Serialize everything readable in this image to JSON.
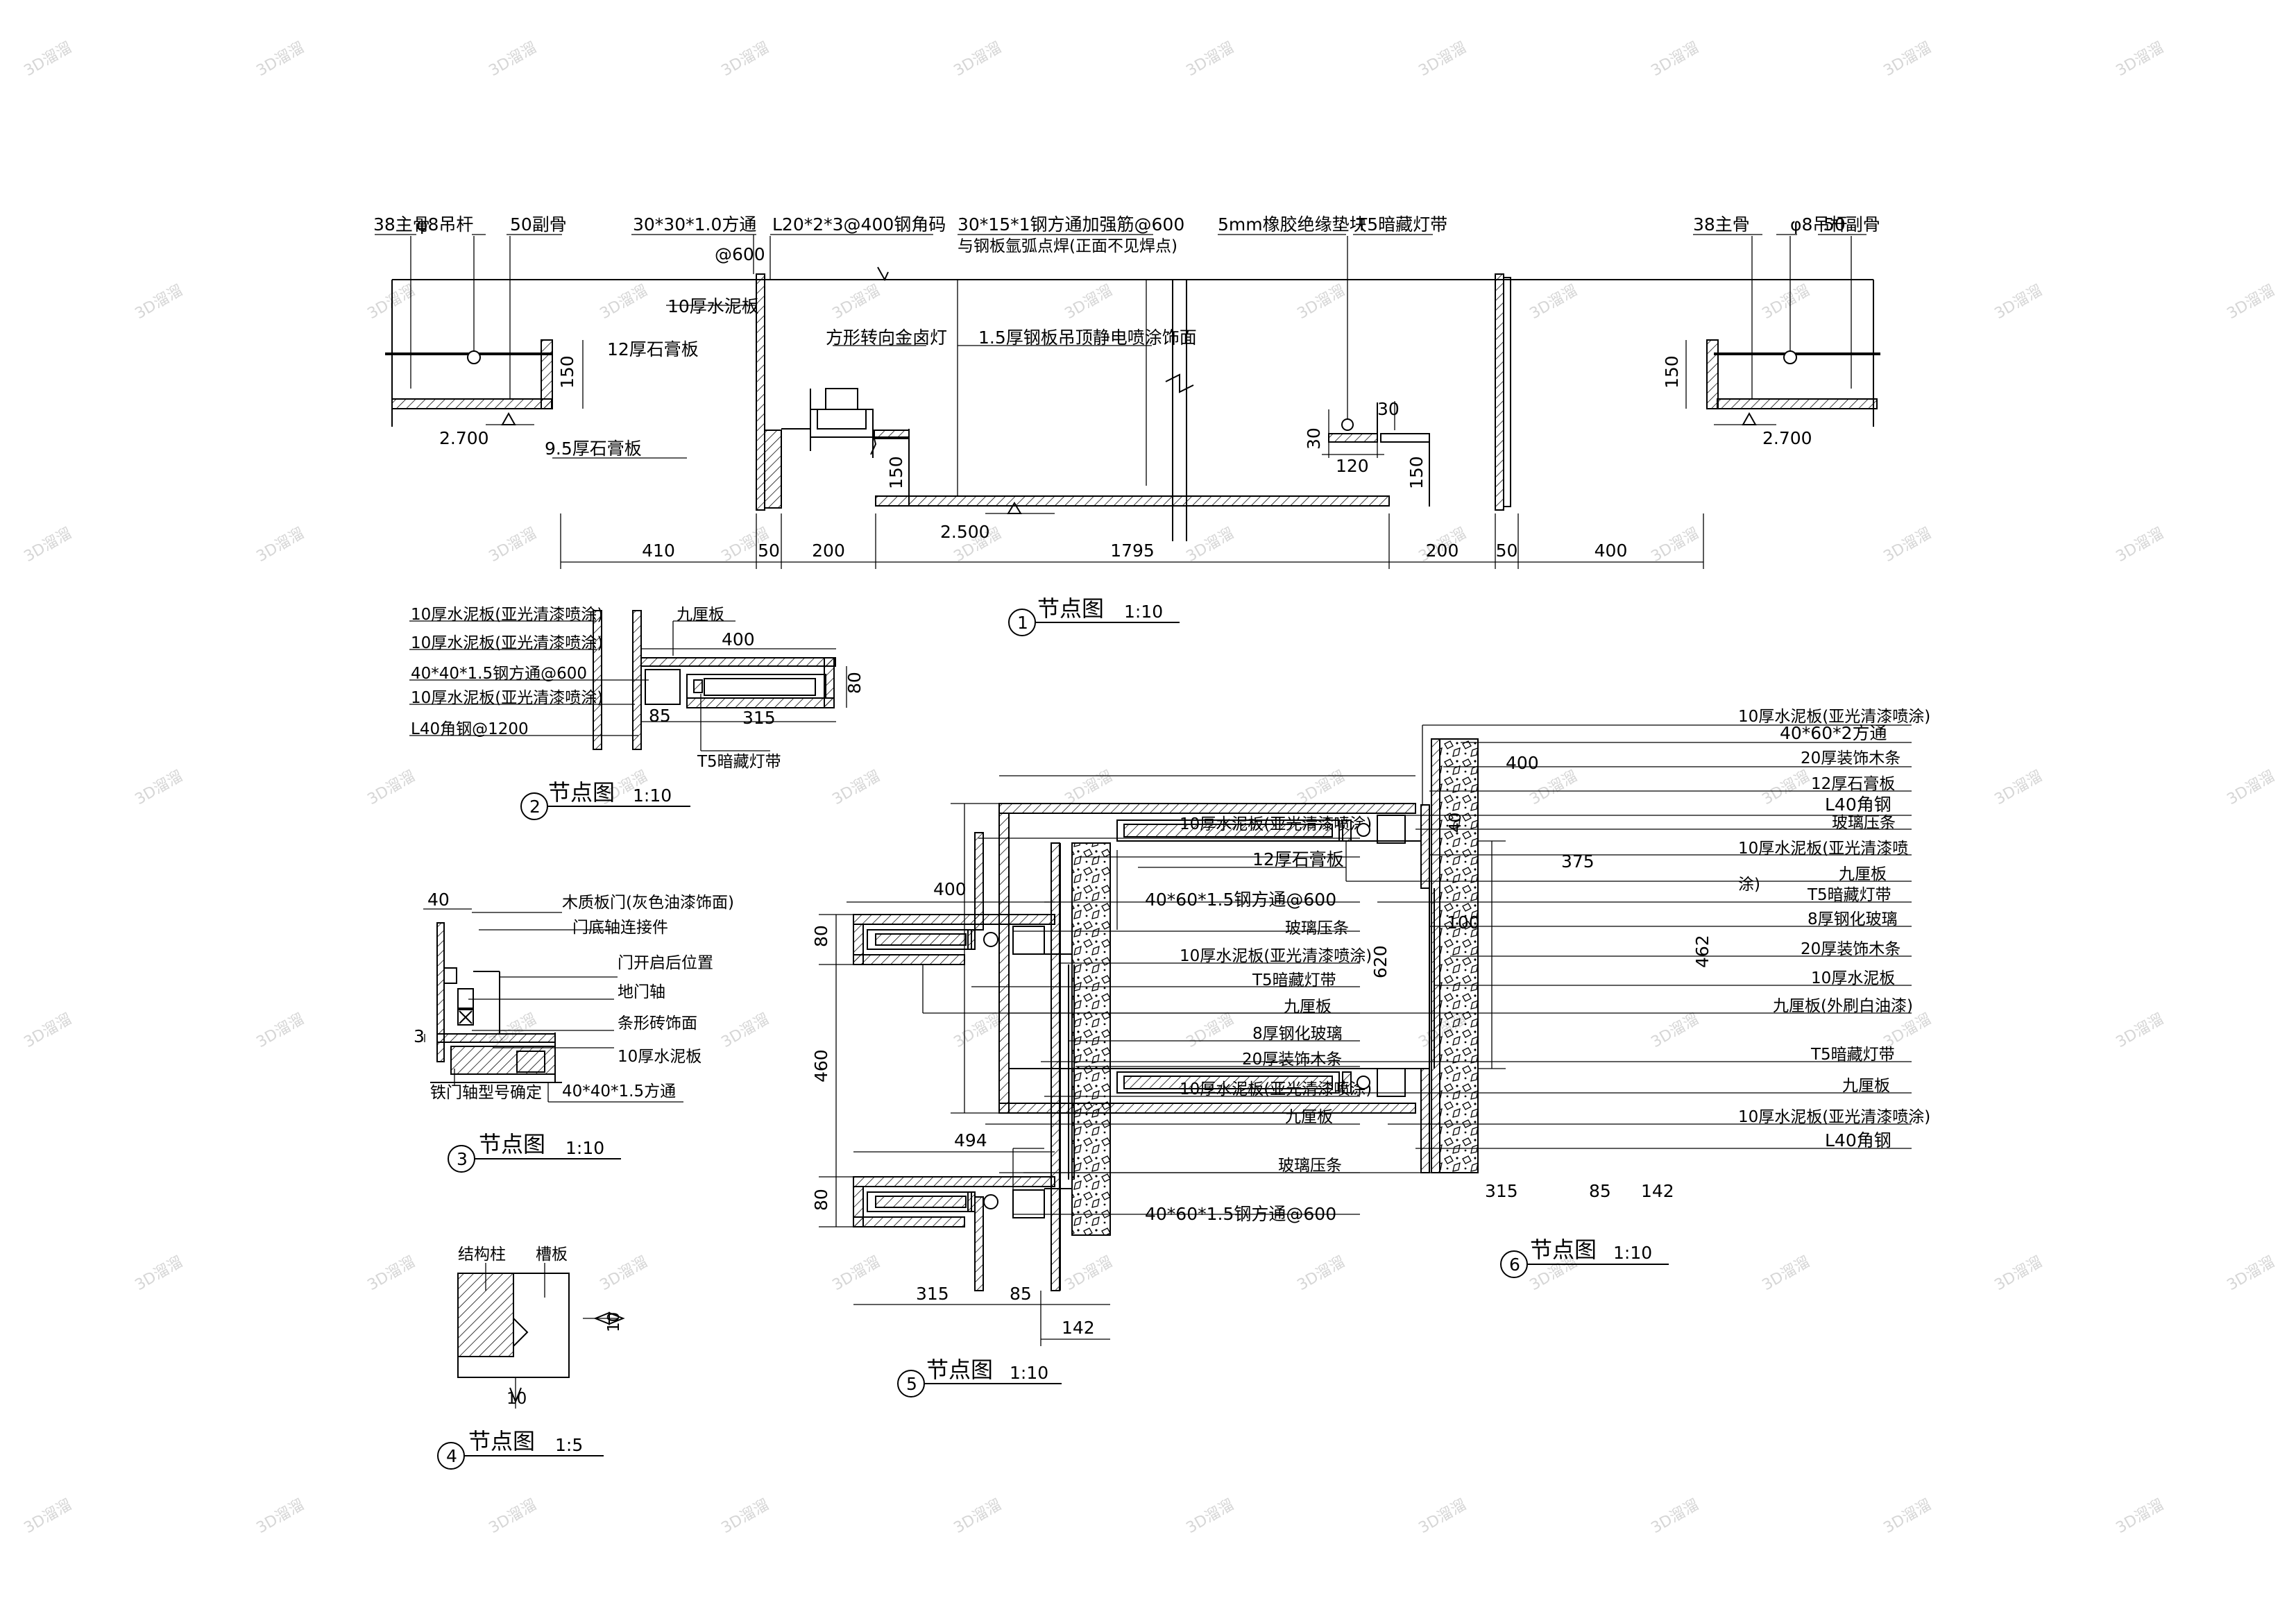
{
  "watermark": "3D溜溜",
  "detail1": {
    "title": "节点图",
    "scale": "1:10",
    "number": "1",
    "labels": {
      "l_38zhugu_left": "38主骨",
      "l_phi8_left": "φ8吊杆",
      "l_50fugu_left": "50副骨",
      "l_fangtong30": "30*30*1.0方通",
      "l_phi600": "@600",
      "l_angle20": "L20*2*3@400钢角码",
      "l_fangtong30x15": "30*15*1钢方通加强筋@600",
      "l_weld_note": "与钢板氩弧点焊(正面不见焊点)",
      "l_rubber": "5mm橡胶绝缘垫块",
      "l_t5_top": "T5暗藏灯带",
      "l_38zhugu_right": "38主骨",
      "l_phi8_right": "φ8吊杆",
      "l_50fugu_right": "50副骨",
      "l_cement10": "10厚水泥板",
      "l_gypsum12": "12厚石膏板",
      "l_gypsum95": "9.5厚石膏板",
      "l_lamp": "方形转向金卤灯",
      "l_steelplate": "1.5厚钢板吊顶静电喷涂饰面",
      "elev_left": "2.700",
      "elev_mid": "2.500",
      "elev_right": "2.700",
      "d150_left": "150",
      "d150_mid": "150",
      "d150_right": "150",
      "d150_far_right": "150",
      "d30_a": "30",
      "d30_b": "30",
      "d120": "120"
    },
    "dims": [
      "410",
      "50",
      "200",
      "1795",
      "200",
      "50",
      "400"
    ]
  },
  "detail2": {
    "title": "节点图",
    "scale": "1:10",
    "number": "2",
    "labels": {
      "l1": "10厚水泥板(亚光清漆喷涂)",
      "l2": "10厚水泥板(亚光清漆喷涂)",
      "l3": "40*40*1.5钢方通@600",
      "l4": "10厚水泥板(亚光清漆喷涂)",
      "l5": "L40角钢@1200",
      "l_jiuli": "九厘板",
      "l_t5": "T5暗藏灯带",
      "d400": "400",
      "d80": "80",
      "d85": "85",
      "d315": "315"
    }
  },
  "detail3": {
    "title": "节点图",
    "scale": "1:10",
    "number": "3",
    "labels": {
      "d40": "40",
      "d3": "3",
      "l1": "木质板门(灰色油漆饰面)",
      "l2": "门底轴连接件",
      "l3": "门开启后位置",
      "l4": "地门轴",
      "l5": "条形砖饰面",
      "l6": "10厚水泥板",
      "l7": "40*40*1.5方通",
      "l8": "铁门轴型号确定"
    }
  },
  "detail4": {
    "title": "节点图",
    "scale": "1:5",
    "number": "4",
    "labels": {
      "l1": "结构柱",
      "l2": "槽板",
      "d10a": "10",
      "d10b": "10"
    }
  },
  "detail5": {
    "title": "节点图",
    "scale": "1:10",
    "number": "5",
    "labels": {
      "l1": "10厚水泥板(亚光清漆喷涂)",
      "l2": "12厚石膏板",
      "l3": "40*60*1.5钢方通@600",
      "l4": "玻璃压条",
      "l5": "10厚水泥板(亚光清漆喷涂)",
      "l6": "T5暗藏灯带",
      "l7": "九厘板",
      "l8": "8厚钢化玻璃",
      "l9": "20厚装饰木条",
      "l10": "10厚水泥板(亚光清漆喷涂)",
      "l11": "九厘板",
      "l12": "玻璃压条",
      "l13": "40*60*1.5钢方通@600",
      "d400": "400",
      "d80a": "80",
      "d460": "460",
      "d494": "494",
      "d80b": "80",
      "d315": "315",
      "d85": "85",
      "d142": "142"
    }
  },
  "detail6": {
    "title": "节点图",
    "scale": "1:10",
    "number": "6",
    "labels": {
      "l1": "10厚水泥板(亚光清漆喷涂)",
      "l2": "40*60*2方通",
      "l3": "20厚装饰木条",
      "l4": "12厚石膏板",
      "l5": "L40角钢",
      "l6": "玻璃压条",
      "l7a": "10厚水泥板(亚光清漆喷",
      "l7b": "涂)",
      "l8": "九厘板",
      "l9": "T5暗藏灯带",
      "l10": "8厚钢化玻璃",
      "l11": "20厚装饰木条",
      "l12": "10厚水泥板",
      "l13": "九厘板(外刷白油漆)",
      "l14": "T5暗藏灯带",
      "l15": "九厘板",
      "l16": "10厚水泥板(亚光清漆喷涂)",
      "l17": "L40角钢",
      "d400": "400",
      "d40": "40",
      "d375": "375",
      "d100": "100",
      "d620": "620",
      "d462": "462",
      "d315": "315",
      "d85": "85",
      "d142": "142"
    }
  }
}
